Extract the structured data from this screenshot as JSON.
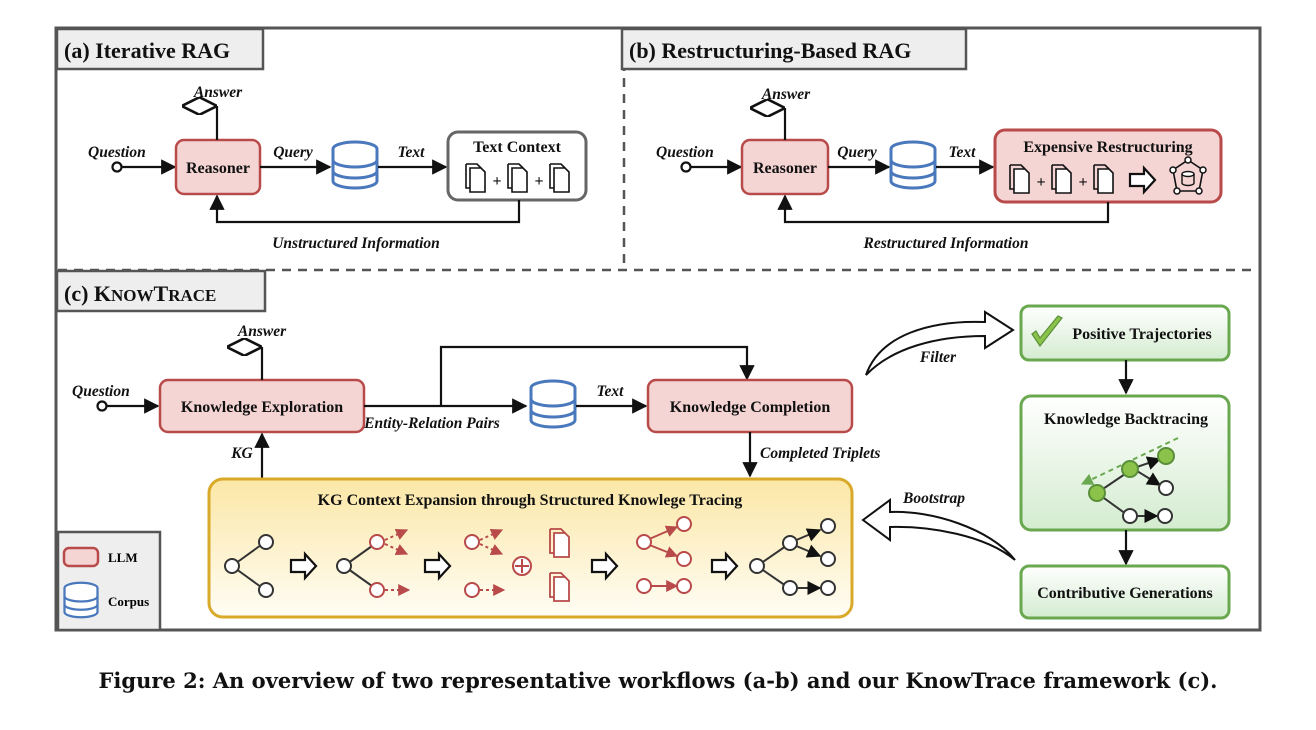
{
  "panel_a": {
    "title": "(a) Iterative RAG",
    "question": "Question",
    "answer": "Answer",
    "reasoner": "Reasoner",
    "query": "Query",
    "text": "Text",
    "context": "Text Context",
    "feedback": "Unstructured Information"
  },
  "panel_b": {
    "title": "(b) Restructuring-Based RAG",
    "question": "Question",
    "answer": "Answer",
    "reasoner": "Reasoner",
    "query": "Query",
    "text": "Text",
    "restructuring": "Expensive Restructuring",
    "feedback": "Restructured Information"
  },
  "panel_c": {
    "title_prefix": "(c) K",
    "title_small1": "NOW",
    "title_mid": "T",
    "title_small2": "RACE",
    "question": "Question",
    "answer": "Answer",
    "exploration": "Knowledge Exploration",
    "pairs": "Entity-Relation Pairs",
    "text": "Text",
    "completion": "Knowledge Completion",
    "kg": "KG",
    "completed": "Completed Triplets",
    "expansion": "KG Context Expansion through Structured Knowlege Tracing",
    "filter": "Filter",
    "bootstrap": "Bootstrap",
    "positive": "Positive Trajectories",
    "backtracing": "Knowledge Backtracing",
    "contributive": "Contributive Generations"
  },
  "legend": {
    "llm": "LLM",
    "corpus": "Corpus"
  },
  "caption": "Figure 2: An overview of two representative workflows (a-b) and our KnowTrace framework (c).",
  "colors": {
    "llm_fill": "#f5d4d4",
    "llm_stroke": "#b84a4a",
    "corpus": "#4a78bd",
    "green_stroke": "#6aa84f",
    "gold_stroke": "#d9a92a",
    "red_node": "#b84a4a",
    "frame": "#555555"
  }
}
